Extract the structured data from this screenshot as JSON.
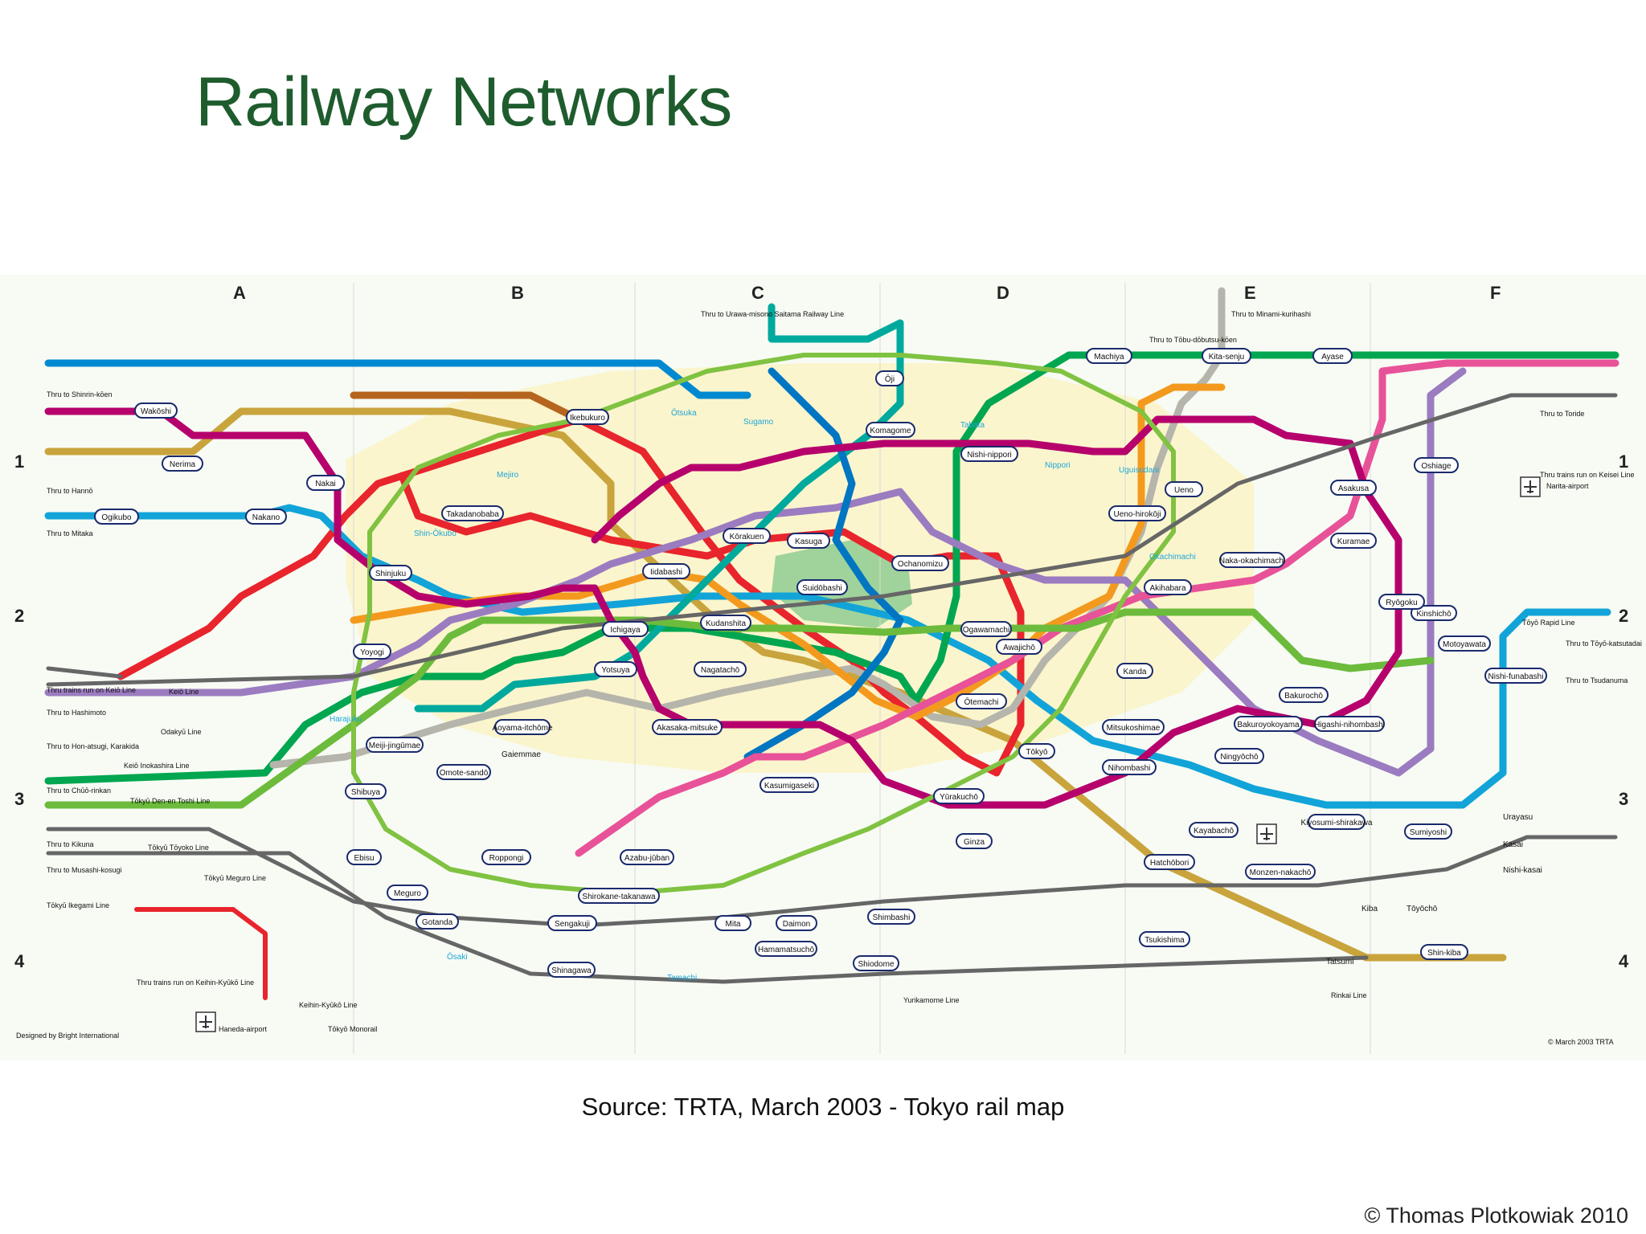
{
  "slide": {
    "title": "Railway Networks",
    "source": "Source: TRTA, March 2003 - Tokyo rail map",
    "copyright": "© Thomas Plotkowiak 2010"
  },
  "map": {
    "grid_columns": [
      "A",
      "B",
      "C",
      "D",
      "E",
      "F"
    ],
    "grid_rows": [
      "1",
      "2",
      "3",
      "4"
    ],
    "credit_left": "Designed by Bright International",
    "credit_right": "© March 2003 TRTA",
    "line_colors": {
      "marunouchi": "#e8242d",
      "ginza": "#f39a1e",
      "hibiya": "#b5b5ac",
      "tozai": "#12a4d8",
      "chiyoda": "#00a650",
      "yurakucho": "#c9a43c",
      "hanzomon": "#9b7cc0",
      "namboku": "#00a99d",
      "toei_asakusa": "#e85298",
      "toei_mita": "#0075c2",
      "toei_shinjuku": "#6cbb3c",
      "toei_oedo": "#b6006c",
      "jr_yamanote": "#80c241",
      "seibu": "#0089d0",
      "private_grey": "#666666"
    },
    "stations": [
      {
        "name": "Ikebukuro"
      },
      {
        "name": "Shinjuku"
      },
      {
        "name": "Shibuya"
      },
      {
        "name": "Ebisu"
      },
      {
        "name": "Meguro"
      },
      {
        "name": "Gotanda"
      },
      {
        "name": "Shinagawa"
      },
      {
        "name": "Tamachi"
      },
      {
        "name": "Hamamatsuchō"
      },
      {
        "name": "Shimbashi"
      },
      {
        "name": "Tōkyō"
      },
      {
        "name": "Kanda"
      },
      {
        "name": "Akihabara"
      },
      {
        "name": "Ueno"
      },
      {
        "name": "Nippori"
      },
      {
        "name": "Tabata"
      },
      {
        "name": "Komagome"
      },
      {
        "name": "Sugamo"
      },
      {
        "name": "Ōtsuka"
      },
      {
        "name": "Mejiro"
      },
      {
        "name": "Takadanobaba"
      },
      {
        "name": "Shin-Ōkubo"
      },
      {
        "name": "Yoyogi"
      },
      {
        "name": "Harajuku"
      },
      {
        "name": "Ōsaki"
      },
      {
        "name": "Nishi-nippori"
      },
      {
        "name": "Uguisudani"
      },
      {
        "name": "Okachimachi"
      },
      {
        "name": "Yūrakuchō"
      },
      {
        "name": "Ōtemachi"
      },
      {
        "name": "Ginza"
      },
      {
        "name": "Nihombashi"
      },
      {
        "name": "Kudanshita"
      },
      {
        "name": "Iidabashi"
      },
      {
        "name": "Ichigaya"
      },
      {
        "name": "Yotsuya"
      },
      {
        "name": "Akasaka-mitsuke"
      },
      {
        "name": "Nagatachō"
      },
      {
        "name": "Kasumigaseki"
      },
      {
        "name": "Roppongi"
      },
      {
        "name": "Azabu-jūban"
      },
      {
        "name": "Shirokane-takanawa"
      },
      {
        "name": "Sengakuji"
      },
      {
        "name": "Mita"
      },
      {
        "name": "Daimon"
      },
      {
        "name": "Shiodome"
      },
      {
        "name": "Tsukishima"
      },
      {
        "name": "Monzen-nakachō"
      },
      {
        "name": "Kiba"
      },
      {
        "name": "Tōyōchō"
      },
      {
        "name": "Nishi-kasai"
      },
      {
        "name": "Kasai"
      },
      {
        "name": "Urayasu"
      },
      {
        "name": "Shin-kiba"
      },
      {
        "name": "Tatsumi"
      },
      {
        "name": "Kinshichō"
      },
      {
        "name": "Oshiage"
      },
      {
        "name": "Asakusa"
      },
      {
        "name": "Kuramae"
      },
      {
        "name": "Ryōgoku"
      },
      {
        "name": "Kita-senju"
      },
      {
        "name": "Machiya"
      },
      {
        "name": "Ayase"
      },
      {
        "name": "Ōji"
      },
      {
        "name": "Kōrakuen"
      },
      {
        "name": "Kasuga"
      },
      {
        "name": "Suidōbashi"
      },
      {
        "name": "Ochanomizu"
      },
      {
        "name": "Ogawamachi"
      },
      {
        "name": "Awajichō"
      },
      {
        "name": "Nakano"
      },
      {
        "name": "Ogikubo"
      },
      {
        "name": "Nerima"
      },
      {
        "name": "Wakōshi"
      },
      {
        "name": "Nakai"
      },
      {
        "name": "Meiji-jingūmae"
      },
      {
        "name": "Omote-sandō"
      },
      {
        "name": "Aoyama-itchōme"
      },
      {
        "name": "Gaiemmae"
      },
      {
        "name": "Nishi-funabashi"
      },
      {
        "name": "Motoyawata"
      },
      {
        "name": "Sumiyoshi"
      },
      {
        "name": "Kiyosumi-shirakawa"
      },
      {
        "name": "Hatchōbori"
      },
      {
        "name": "Kayabachō"
      },
      {
        "name": "Ningyōchō"
      },
      {
        "name": "Bakuroyokoyama"
      },
      {
        "name": "Bakurochō"
      },
      {
        "name": "Higashi-nihombashi"
      },
      {
        "name": "Mitsukoshimae"
      },
      {
        "name": "Ueno-hirokōji"
      },
      {
        "name": "Naka-okachimachi"
      }
    ],
    "margin_notes": [
      {
        "text": "Thru to Shinrin-kōen"
      },
      {
        "text": "Thru to Hannō"
      },
      {
        "text": "Thru to Mitaka"
      },
      {
        "text": "Thru trains run on Keiō Line"
      },
      {
        "text": "Thru to Hashimoto"
      },
      {
        "text": "Thru to Hon-atsugi, Karakida"
      },
      {
        "text": "Thru to Chūō-rinkan"
      },
      {
        "text": "Thru to Kikuna"
      },
      {
        "text": "Thru to Musashi-kosugi"
      },
      {
        "text": "Thru trains run on Keihin-Kyūkō Line"
      },
      {
        "text": "Haneda-airport"
      },
      {
        "text": "Thru to Urawa-misono Saitama Railway Line"
      },
      {
        "text": "Thru to Minami-kurihashi"
      },
      {
        "text": "Thru to Tōbu-dōbutsu-kōen"
      },
      {
        "text": "Thru to Toride"
      },
      {
        "text": "Thru trains run on Keisei Line"
      },
      {
        "text": "Narita-airport"
      },
      {
        "text": "Thru to Tōyō-katsutadai"
      },
      {
        "text": "Thru to Tsudanuma"
      },
      {
        "text": "Yurikamome Line"
      },
      {
        "text": "Rinkai Line"
      },
      {
        "text": "Keihin-Kyūkō Line"
      },
      {
        "text": "Tōkyō Monorail"
      },
      {
        "text": "Tōyō Rapid Line"
      },
      {
        "text": "Tōkyū Den-en Toshi Line"
      },
      {
        "text": "Tōkyū Tōyoko Line"
      },
      {
        "text": "Tōkyū Meguro Line"
      },
      {
        "text": "Tōkyū Ikegami Line"
      },
      {
        "text": "Odakyū Line"
      },
      {
        "text": "Keiō Inokashira Line"
      },
      {
        "text": "Keiō Line"
      }
    ]
  }
}
